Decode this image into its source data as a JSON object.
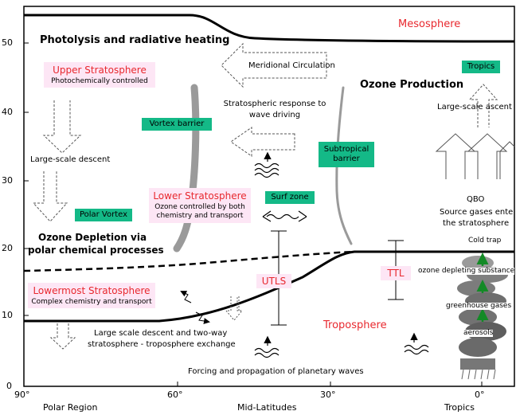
{
  "y_axis": {
    "ticks": [
      "0",
      "10",
      "20",
      "30",
      "40",
      "50"
    ]
  },
  "x_axis": {
    "ticks": [
      "90°",
      "60°",
      "30°",
      "0°"
    ],
    "regions": [
      "Polar Region",
      "Mid-Latitudes",
      "Tropics"
    ]
  },
  "labels": {
    "mesosphere": "Mesosphere",
    "photolysis": "Photolysis and radiative heating",
    "meridional": "Meridional Circulation",
    "ozone_production": "Ozone Production",
    "tropics_box": "Tropics",
    "upper_strat_title": "Upper Stratosphere",
    "upper_strat_sub": "Photochemically controlled",
    "strat_response_1": "Stratospheric response to",
    "strat_response_2": "wave driving",
    "large_scale_ascent": "Large-scale ascent",
    "vortex_barrier": "Vortex barrier",
    "subtropical_barrier_1": "Subtropical",
    "subtropical_barrier_2": "barrier",
    "large_scale_descent": "Large-scale descent",
    "lower_strat_title": "Lower Stratosphere",
    "lower_strat_sub1": "Ozone controlled by both",
    "lower_strat_sub2": "chemistry and transport",
    "surf_zone": "Surf zone",
    "qbo": "QBO",
    "source_gases_1": "Source gases ente",
    "source_gases_2": "the stratosphere",
    "polar_vortex": "Polar Vortex",
    "ozone_depletion_1": "Ozone Depletion via",
    "ozone_depletion_2": "polar chemical processes",
    "cold_trap": "Cold trap",
    "ozone_depleting": "ozone depleting substance",
    "utls": "UTLS",
    "ttl": "TTL",
    "lowermost_title": "Lowermost Stratosphere",
    "lowermost_sub": "Complex chemistry and transport",
    "greenhouse": "greenhouse gases",
    "aerosols": "aerosols",
    "troposphere": "Troposphere",
    "descent_exchange_1": "Large scale descent and two-way",
    "descent_exchange_2": "stratosphere - troposphere exchange",
    "forcing": "Forcing and propagation of planetary waves"
  },
  "colors": {
    "green_box": "#14b987",
    "pink_box": "#fde6f5",
    "red_text": "#e8282e",
    "barrier_gray": "#9a9a9a"
  }
}
